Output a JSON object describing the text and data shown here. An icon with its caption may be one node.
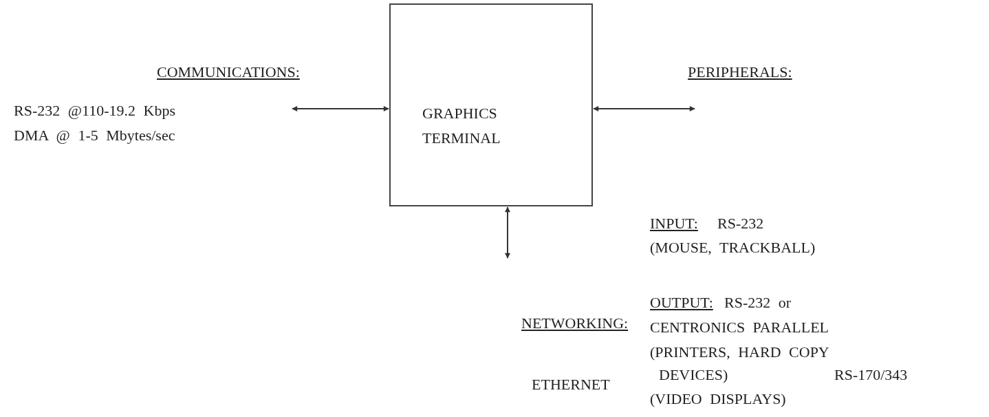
{
  "diagram": {
    "nodes": [
      {
        "text": [
          "GRAPHICS TERMINAL"
        ]
      },
      {
        "text": [
          "COMMUNICATIONS:"
        ]
      },
      {
        "text": [
          "PERIPHERALS:"
        ]
      },
      {
        "text": [
          "NETWORKING:"
        ]
      }
    ],
    "edges": [
      {
        "from": 1,
        "to": 0,
        "arrow": "both"
      },
      {
        "from": 0,
        "to": 2,
        "arrow": "both"
      },
      {
        "from": 0,
        "to": 3,
        "arrow": "both"
      }
    ],
    "labels": [
      "RS-232 @110-19.2 Kbps",
      "DMA @ 1-5 Mbytes/sec",
      "INPUT:",
      "RS-232",
      "(MOUSE, TRACKBALL)",
      "OUTPUT:",
      "RS-232 or",
      "CENTRONICS PARALLEL",
      "(PRINTERS, HARD COPY",
      "DEVICES)",
      "RS-170/343",
      "ETHERNET",
      "(VIDEO DISPLAYS)"
    ]
  }
}
